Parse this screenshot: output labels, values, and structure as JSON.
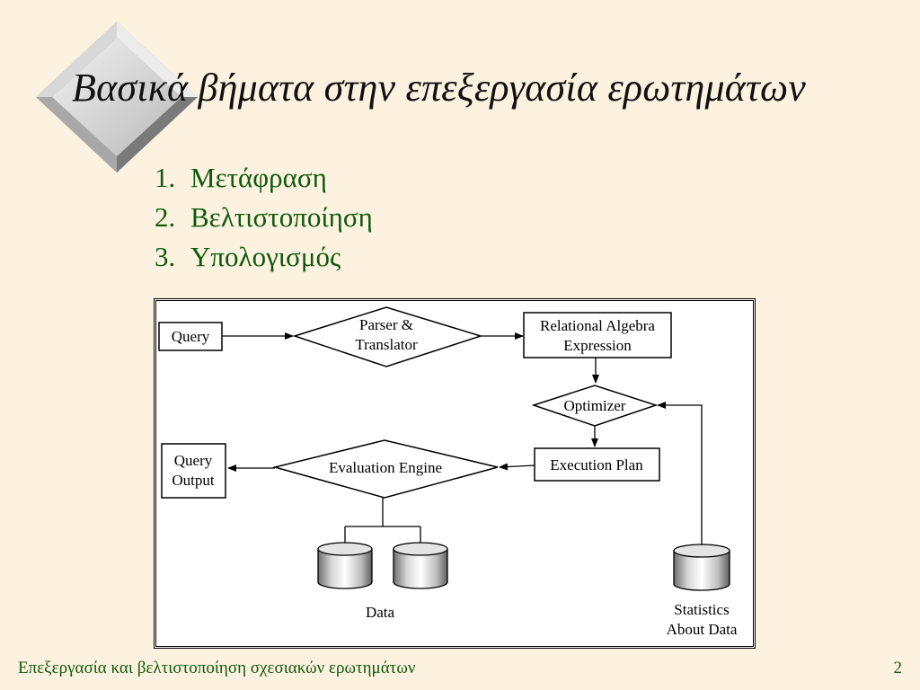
{
  "slide": {
    "title": "Βασικά βήματα στην επεξεργασία ερωτημάτων",
    "steps": [
      {
        "num": "1.",
        "label": "Μετάφραση"
      },
      {
        "num": "2.",
        "label": "Βελτιστοποίηση"
      },
      {
        "num": "3.",
        "label": "Υπολογισμός"
      }
    ]
  },
  "diagram": {
    "query": "Query",
    "parser_line1": "Parser &",
    "parser_line2": "Translator",
    "relalg_line1": "Relational Algebra",
    "relalg_line2": "Expression",
    "optimizer": "Optimizer",
    "execution_plan": "Execution Plan",
    "evaluation_engine": "Evaluation Engine",
    "output_line1": "Query",
    "output_line2": "Output",
    "data": "Data",
    "stats_line1": "Statistics",
    "stats_line2": "About Data"
  },
  "footer": {
    "text": "Επεξεργασία και βελτιστοποίηση σχεσιακών ερωτημάτων",
    "page": "2"
  }
}
